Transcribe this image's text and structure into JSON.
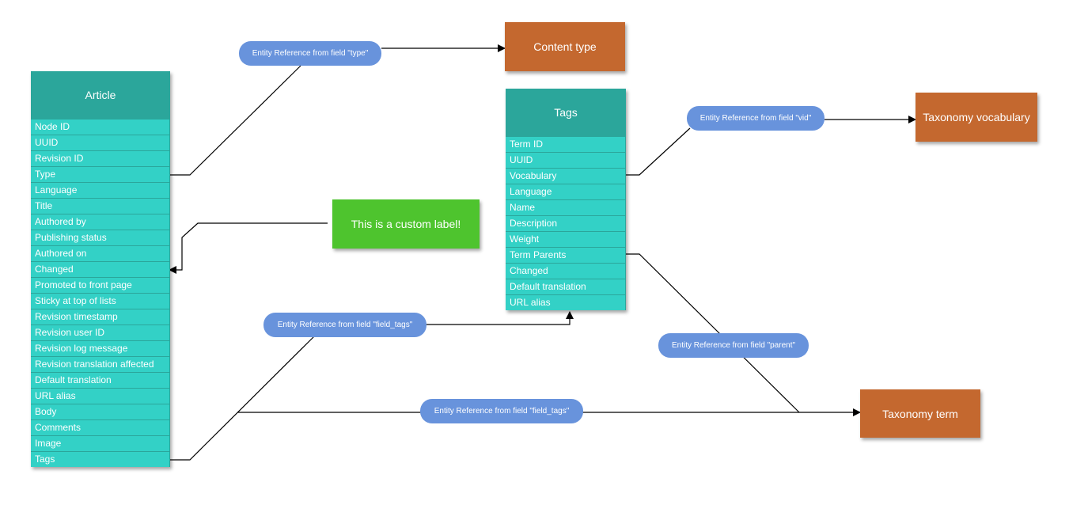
{
  "entities": {
    "article": {
      "title": "Article",
      "fields": [
        "Node ID",
        "UUID",
        "Revision ID",
        "Type",
        "Language",
        "Title",
        "Authored by",
        "Publishing status",
        "Authored on",
        "Changed",
        "Promoted to front page",
        "Sticky at top of lists",
        "Revision timestamp",
        "Revision user ID",
        "Revision log message",
        "Revision translation affected",
        "Default translation",
        "URL alias",
        "Body",
        "Comments",
        "Image",
        "Tags"
      ]
    },
    "tags": {
      "title": "Tags",
      "fields": [
        "Term ID",
        "UUID",
        "Vocabulary",
        "Language",
        "Name",
        "Description",
        "Weight",
        "Term Parents",
        "Changed",
        "Default translation",
        "URL alias"
      ]
    }
  },
  "targets": {
    "content_type": "Content type",
    "taxonomy_vocabulary": "Taxonomy vocabulary",
    "taxonomy_term": "Taxonomy term"
  },
  "custom_label": "This is a custom label!",
  "relations": {
    "type": "Entity Reference from field \"type\"",
    "vid": "Entity Reference from field \"vid\"",
    "field_tags_to_tags": "Entity Reference from field \"field_tags\"",
    "parent": "Entity Reference from field \"parent\"",
    "field_tags_to_term": "Entity Reference from field \"field_tags\""
  },
  "colors": {
    "entity_header": "#2ba69b",
    "entity_field": "#33d1c6",
    "target_box": "#c4682f",
    "custom_label_box": "#4ec42e",
    "relation_pill": "#6893dc",
    "connector": "#000000"
  }
}
